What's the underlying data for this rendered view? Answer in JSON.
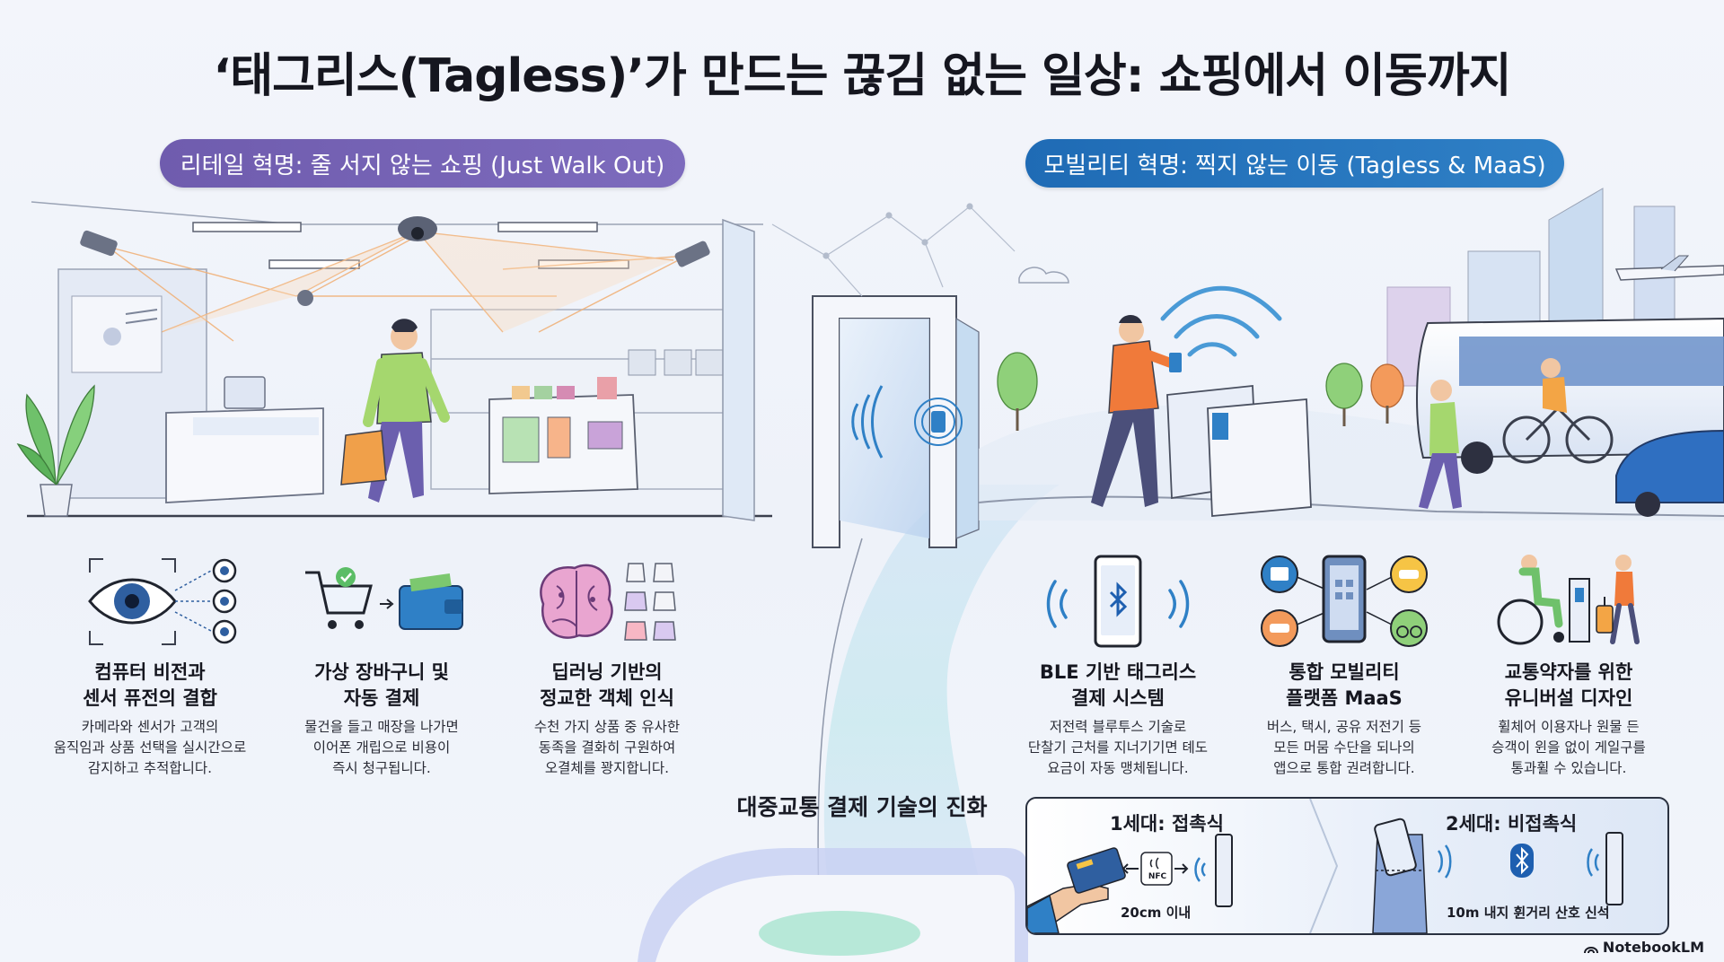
{
  "title": "‘태그리스(Tagless)’가 만드는 끊김 없는 일상: 쇼핑에서 이동까지",
  "sections": {
    "retail": "리테일 혁명: 줄 서지 않는 쇼핑 (Just Walk Out)",
    "mobility": "모빌리티 혁명: 찍지 않는 이동 (Tagless & MaaS)"
  },
  "features": [
    {
      "title1": "컴퓨터 비전과",
      "title2": "센서 퓨전의 결합",
      "d1": "카메라와 센서가 고객의",
      "d2": "움직임과 상품 선택을 실시간으로",
      "d3": "감지하고 추적합니다."
    },
    {
      "title1": "가상 장바구니 및",
      "title2": "자동 결제",
      "d1": "물건을 들고 매장을 나가면",
      "d2": "이어폰 개립으로 비용이",
      "d3": "즉시 청구됩니다."
    },
    {
      "title1": "딥러닝 기반의",
      "title2": "정교한 객체 인식",
      "d1": "수천 가지 상품 중 유사한",
      "d2": "동족을 결화히 구원하여",
      "d3": "오결체를 꽝지합니다."
    },
    {
      "title1": "BLE 기반 태그리스",
      "title2": "결제 시스템",
      "d1": "저전력 블루투스 기술로",
      "d2": "단찰기 근처를 지너기기면 톄도",
      "d3": "요금이 자동 맹체됩니다."
    },
    {
      "title1": "통합 모빌리티",
      "title2": "플랫폼 MaaS",
      "d1": "버스, 택시, 공유 저전기 등",
      "d2": "모든 머뭄 수단을 되나의",
      "d3": "앱으로 통합 권려합니다."
    },
    {
      "title1": "교통약자를 위한",
      "title2": "유니버설 디자인",
      "d1": "휠체어 이용자나 원물 든",
      "d2": "승객이 윈을 없이 게일구를",
      "d3": "통과휠 수 있습니다."
    }
  ],
  "evolution": {
    "title": "대중교통 결제 기술의 진화",
    "gen1": {
      "label": "1세대: 접촉식",
      "nfc": "NFC",
      "note": "20cm 이내"
    },
    "gen2": {
      "label": "2세대: 비접촉식",
      "note": "10m 내지 휜거리 산호 신석"
    }
  },
  "brand": "NotebookLM",
  "colors": {
    "retail": "#6f5cae",
    "mobility": "#1f6bb5",
    "path": "#c9e7ef",
    "bluetooth": "#1e5fb0"
  }
}
